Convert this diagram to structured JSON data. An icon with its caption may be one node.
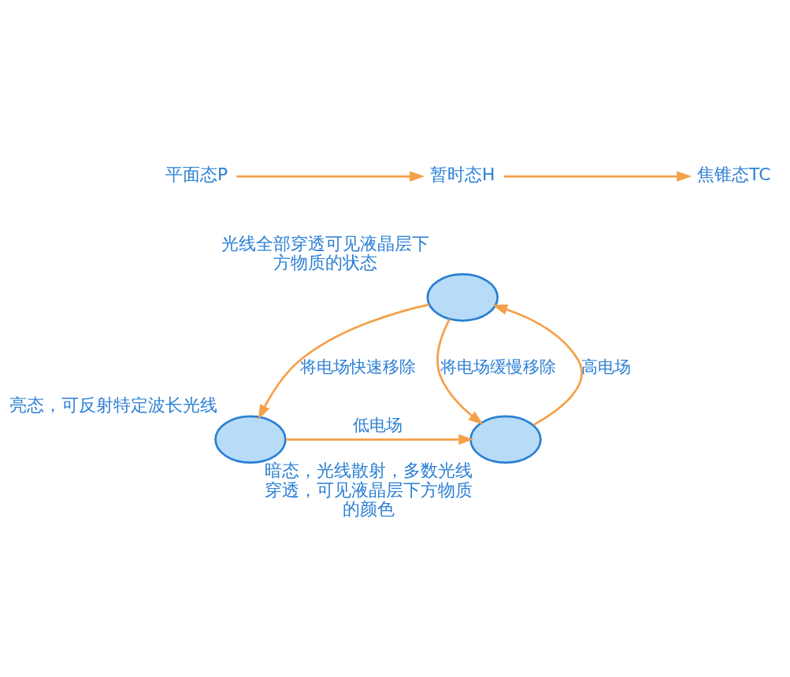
{
  "diagram": {
    "nodes": [
      {
        "text": [
          "平面态P"
        ]
      },
      {
        "text": [
          "暂时态H"
        ]
      },
      {
        "text": [
          "焦锥态TC"
        ]
      },
      {
        "text": [],
        "shape": "ellipse",
        "beside": [
          "光线全部穿透可见液晶层下方物质的状态"
        ]
      },
      {
        "text": [],
        "shape": "ellipse",
        "beside": [
          "亮态，可反射特定波长光线"
        ]
      },
      {
        "text": [],
        "shape": "ellipse",
        "beside": [
          "暗态，光线散射，多数光线穿透，可见液晶层下方物质的颜色"
        ]
      }
    ],
    "edges": [
      {
        "from": 0,
        "to": 1,
        "arrow": "to"
      },
      {
        "from": 1,
        "to": 2,
        "arrow": "to"
      },
      {
        "from": 3,
        "to": 4,
        "arrow": "to",
        "label": "将电场快速移除"
      },
      {
        "from": 4,
        "to": 5,
        "arrow": "to",
        "label": "低电场"
      },
      {
        "from": 5,
        "to": 3,
        "arrow": "to",
        "label": "高电场"
      },
      {
        "from": 3,
        "to": 5,
        "arrow": "to",
        "label": "将电场缓慢移除"
      }
    ]
  }
}
